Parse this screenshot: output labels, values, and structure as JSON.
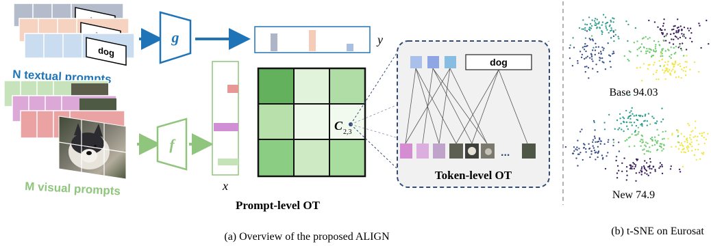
{
  "textual_prompts": {
    "title": "N textual prompts",
    "token_word": "dog",
    "card_colors": [
      "#b4bccb",
      "#f6d3c0",
      "#c9dcf0"
    ]
  },
  "visual_prompts": {
    "title": "M visual prompts",
    "card_colors": [
      "#c7e3bc",
      "#dca8d8",
      "#eba2a2"
    ]
  },
  "encoders": {
    "text_encoder": "g",
    "image_encoder": "f"
  },
  "features": {
    "text_feature_label": "y",
    "image_feature_label": "x",
    "text_bar_colors": [
      "#aeb5c8",
      "#f4ccb8",
      "#a9bfe2"
    ],
    "image_bar_colors": [
      "#e89797",
      "#d08ed4",
      "#c4e3b6"
    ]
  },
  "prompt_level_ot": {
    "label": "Prompt-level OT",
    "cost_label": "C",
    "cost_subscript": "2,3",
    "grid_colors": [
      "#63b15c",
      "#e2f3dc",
      "#b0dca6",
      "#b7e0ab",
      "#eef8eb",
      "#f2faef",
      "#8ccd84",
      "#cdeac4",
      "#a9dc9f"
    ]
  },
  "token_level_ot": {
    "label": "Token-level OT",
    "token_word": "dog",
    "ellipsis": "...",
    "text_token_colors": [
      "#a9c1ea",
      "#8ea7e4",
      "#87bde2"
    ],
    "visual_token_colors": [
      "#d58dd1",
      "#dcaee0",
      "#bfa3cb"
    ]
  },
  "tsne": {
    "base_caption": "Base 94.03",
    "new_caption": "New 74.9",
    "cluster_colors": [
      "#2f9e8f",
      "#3b1e5c",
      "#3a4f8c",
      "#6ccb6a",
      "#f1e645"
    ]
  },
  "captions": {
    "a": "(a) Overview of the proposed ALIGN",
    "b": "(b) t-SNE on Eurosat"
  },
  "colors": {
    "text_branch": "#1f74b8",
    "visual_branch": "#8fc57c",
    "dashed_frame": "#2f4a74"
  }
}
